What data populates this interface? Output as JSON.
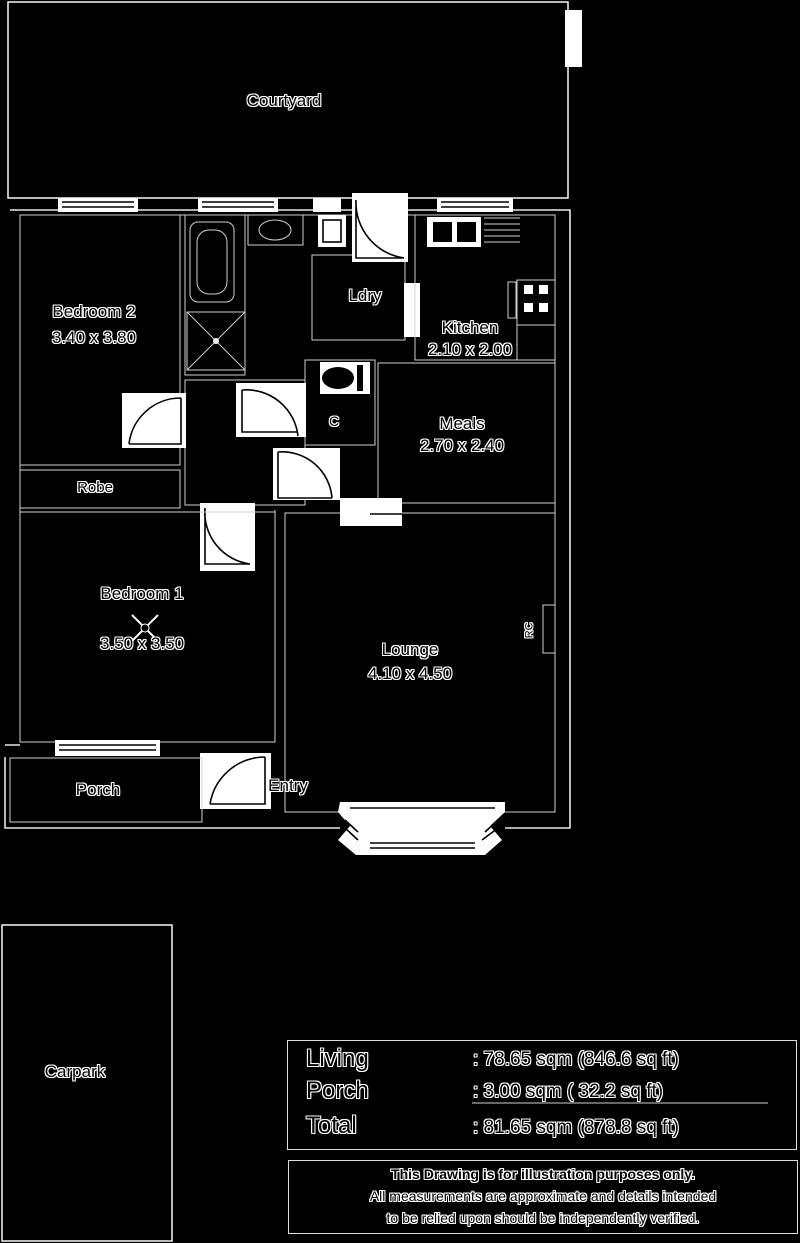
{
  "rooms": {
    "courtyard": {
      "name": "Courtyard"
    },
    "bedroom2": {
      "name": "Bedroom 2",
      "dims": "3.40 x 3.80"
    },
    "laundry": {
      "name": "Ldry"
    },
    "kitchen": {
      "name": "Kitchen",
      "dims": "2.10 x 2.00"
    },
    "meals": {
      "name": "Meals",
      "dims": "2.70 x 2.40"
    },
    "robe": {
      "name": "Robe"
    },
    "bedroom1": {
      "name": "Bedroom 1",
      "dims": "3.50 x 3.50"
    },
    "lounge": {
      "name": "Lounge",
      "dims": "4.10 x 4.50"
    },
    "porch": {
      "name": "Porch"
    },
    "entry": {
      "name": "Entry"
    },
    "carpark": {
      "name": "Carpark"
    }
  },
  "fixtures": {
    "toilet_label": "C",
    "heater_label": "RC"
  },
  "areas": [
    {
      "label": "Living",
      "value": ": 78.65 sqm (846.6 sq ft)"
    },
    {
      "label": "Porch",
      "value": ":   3.00 sqm (  32.2 sq ft)"
    },
    {
      "label": "Total",
      "value": ": 81.65 sqm (878.8 sq ft)"
    }
  ],
  "disclaimer": [
    "This Drawing is for illustration purposes only.",
    "All measurements are approximate and details intended",
    "to be relied upon should be independently verified."
  ]
}
